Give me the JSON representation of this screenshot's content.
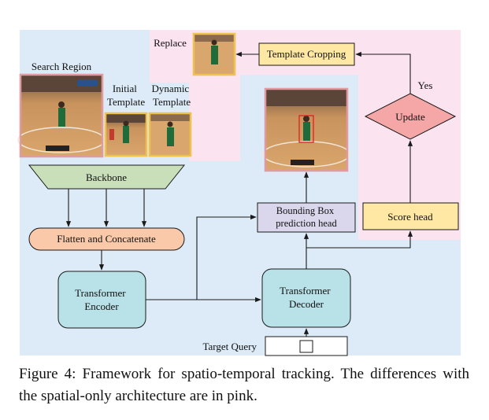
{
  "diagram": {
    "labels": {
      "search_region": "Search Region",
      "initial_template": [
        "Initial",
        "Template"
      ],
      "dynamic_template": [
        "Dynamic",
        "Template"
      ],
      "replace": "Replace",
      "template_cropping": "Template Cropping",
      "yes": "Yes",
      "update": "Update",
      "backbone": "Backbone",
      "flatten_concat": "Flatten and Concatenate",
      "transformer_encoder": [
        "Transformer",
        "Encoder"
      ],
      "transformer_decoder": [
        "Transformer",
        "Decoder"
      ],
      "bbox_head": [
        "Bounding Box",
        "prediction head"
      ],
      "score_head": "Score head",
      "target_query": "Target Query"
    },
    "colors": {
      "blue_region": "#dcebf7",
      "pink_region": "#fbe3ef",
      "template_cropping_fill": "#ffe8a3",
      "score_head_fill": "#ffe8a3",
      "update_fill": "#f5a6a6",
      "backbone_fill": "#c9dfba",
      "flatten_fill": "#f9c9aa",
      "transformer_fill": "#b8e1e8",
      "bbox_head_fill": "#dad6ec"
    }
  },
  "caption": "Figure 4: Framework for spatio-temporal tracking. The differences with the spatial-only architecture are in pink."
}
